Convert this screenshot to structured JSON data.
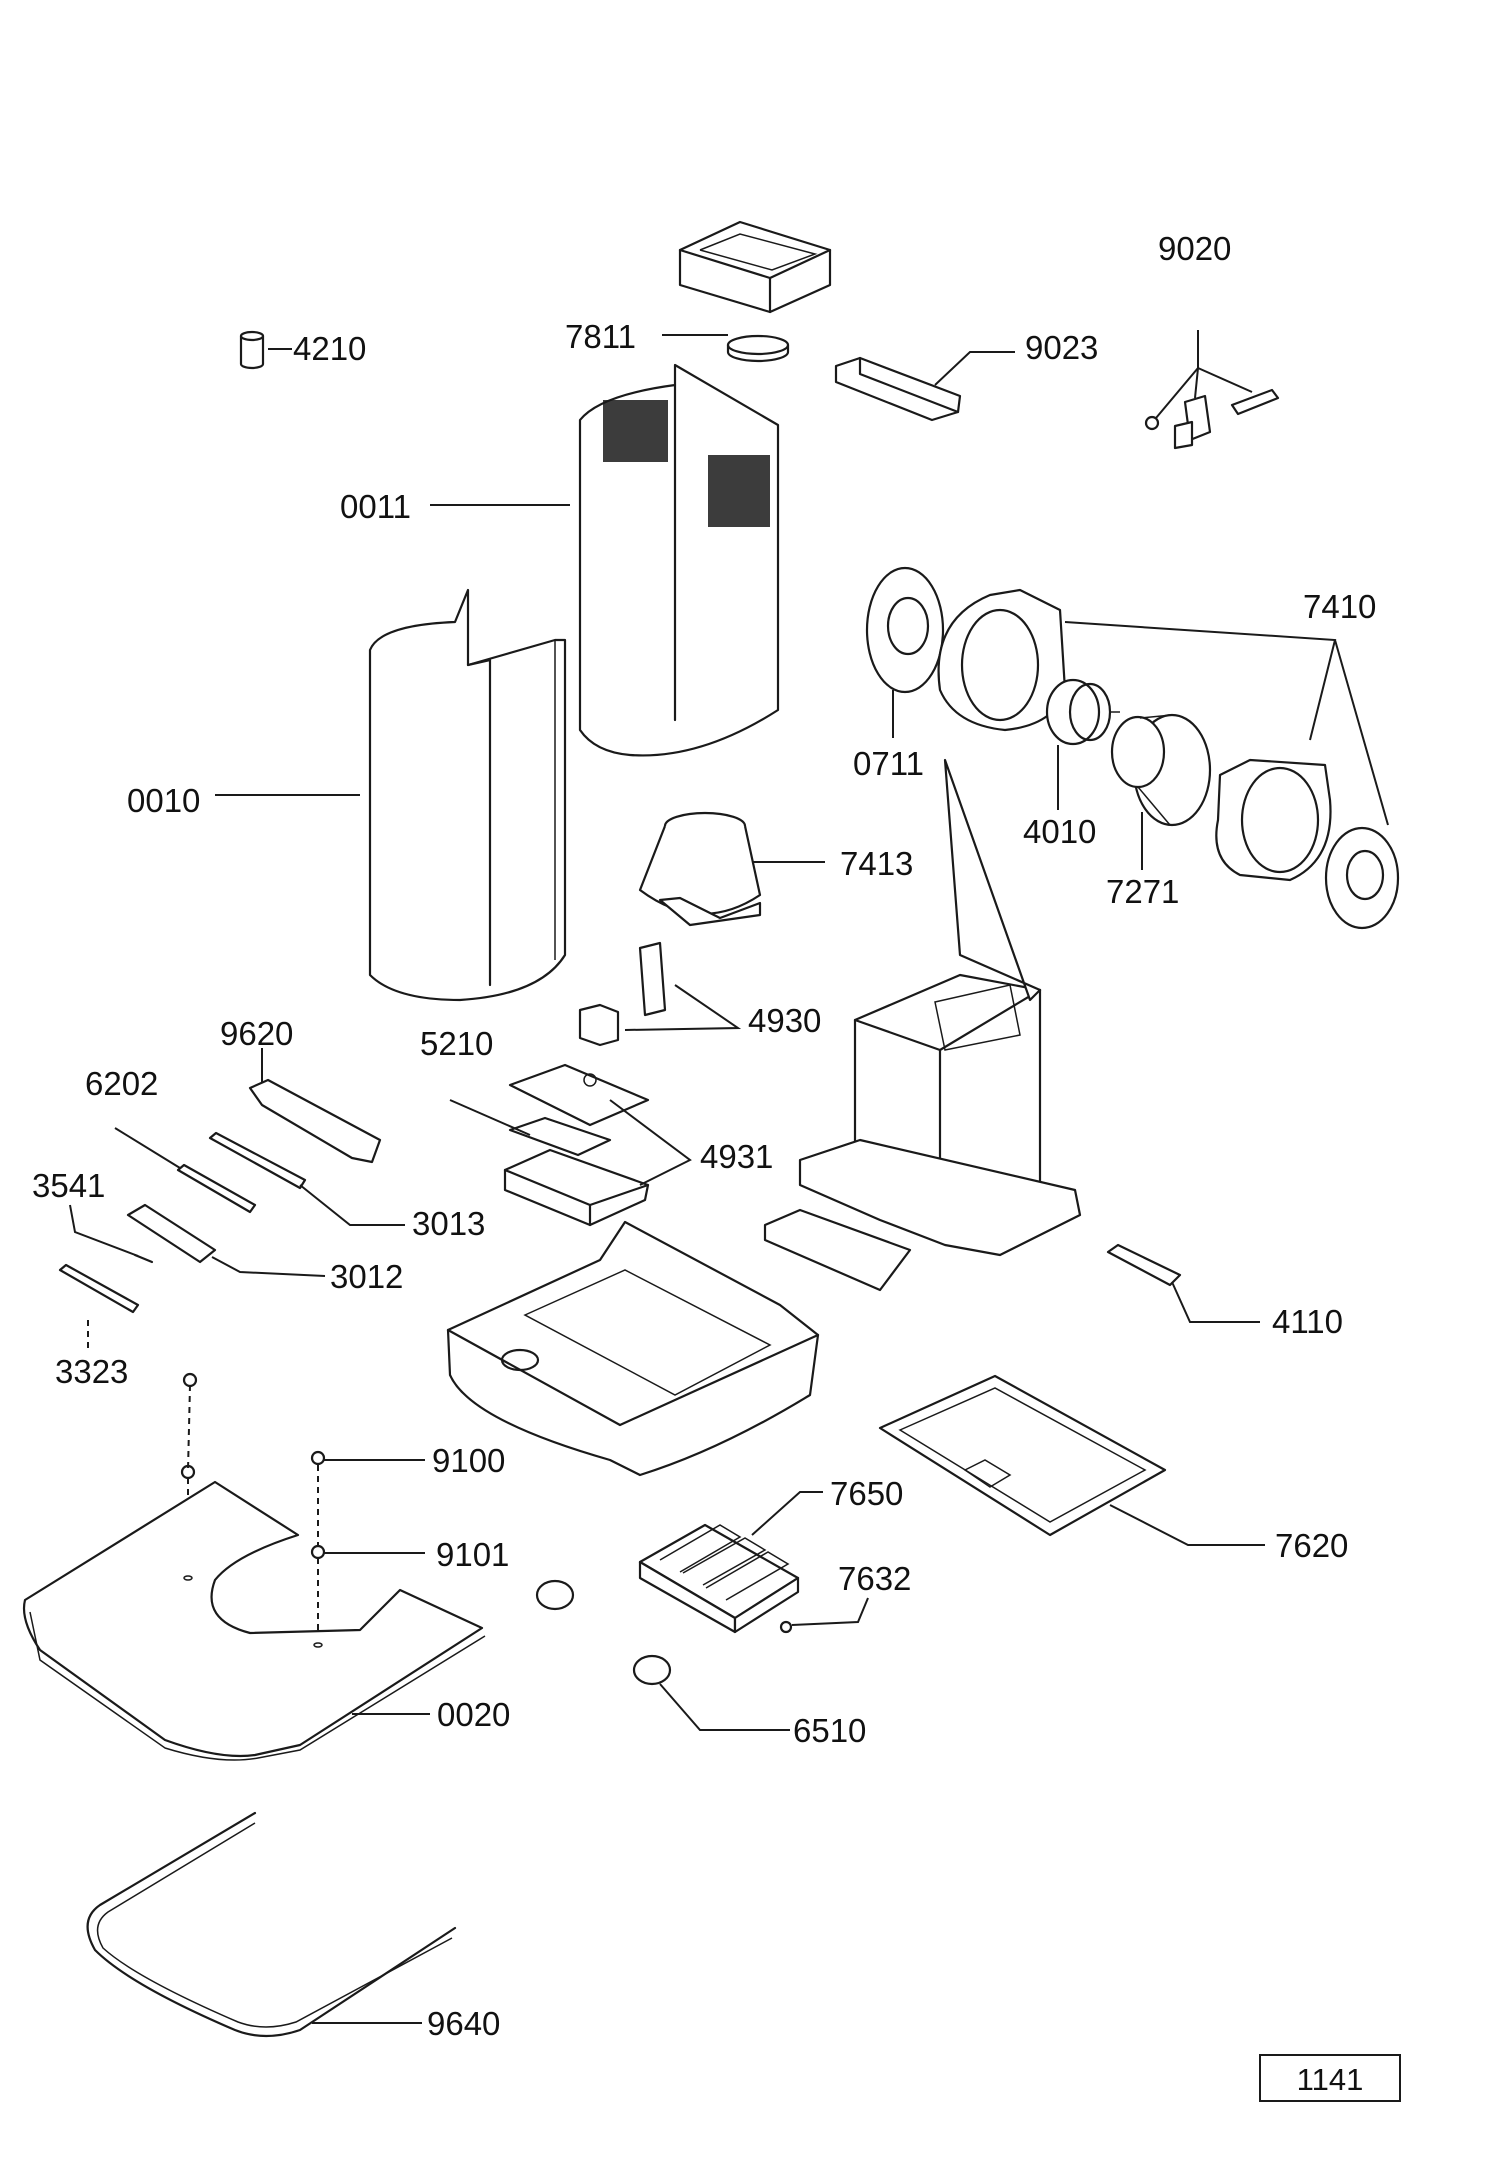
{
  "labels": {
    "p4210": "4210",
    "p7811": "7811",
    "p9023": "9023",
    "p9020": "9020",
    "p0011": "0011",
    "p7410": "7410",
    "p0711": "0711",
    "p4010": "4010",
    "p7271": "7271",
    "p0010": "0010",
    "p7413": "7413",
    "p9620": "9620",
    "p4930": "4930",
    "p5210": "5210",
    "p6202": "6202",
    "p4931": "4931",
    "p3541": "3541",
    "p3013": "3013",
    "p3012": "3012",
    "p3323": "3323",
    "p4110": "4110",
    "p9100": "9100",
    "p7650": "7650",
    "p9101": "9101",
    "p7620": "7620",
    "p7632": "7632",
    "p0020": "0020",
    "p6510": "6510",
    "p9640": "9640"
  },
  "page_number": "1141"
}
